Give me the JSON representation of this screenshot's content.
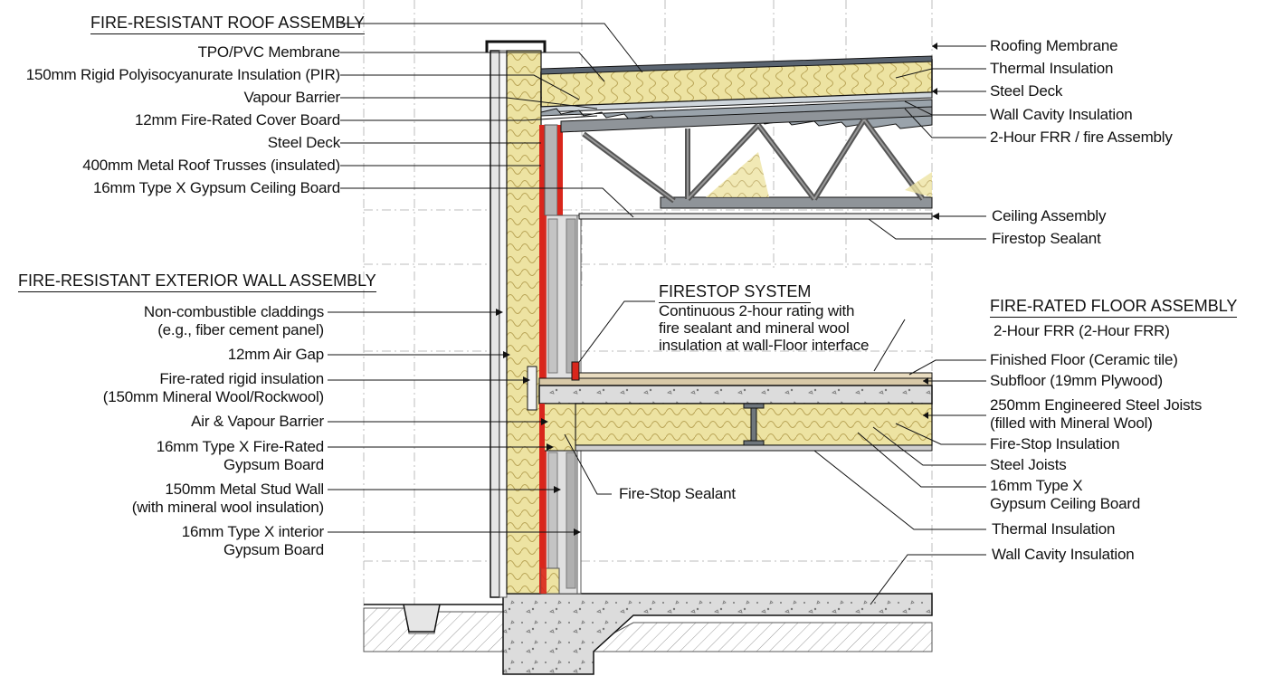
{
  "roof": {
    "heading": "FIRE-RESISTANT ROOF ASSEMBLY",
    "labels": [
      "TPO/PVC Membrane",
      "150mm Rigid Polyisocyanurate Insulation (PIR)",
      "Vapour Barrier",
      "12mm Fire-Rated Cover Board",
      "Steel Deck",
      "400mm Metal Roof Trusses (insulated)",
      "16mm Type X Gypsum Ceiling Board"
    ],
    "right_labels": [
      "Roofing Membrane",
      "Thermal Insulation",
      "Steel Deck",
      "Wall Cavity Insulation",
      "2-Hour FRR / fire Assembly",
      "Ceiling Assembly",
      "Firestop Sealant"
    ]
  },
  "wall": {
    "heading": "FIRE-RESISTANT EXTERIOR WALL ASSEMBLY",
    "labels": [
      [
        "Non-combustible claddings",
        "(e.g., fiber cement panel)"
      ],
      [
        "12mm Air Gap"
      ],
      [
        "Fire-rated rigid insulation",
        "(150mm Mineral Wool/Rockwool)"
      ],
      [
        "Air & Vapour Barrier"
      ],
      [
        "16mm Type X  Fire-Rated",
        "Gypsum Board"
      ],
      [
        "150mm Metal Stud Wall",
        "(with mineral wool insulation)"
      ],
      [
        "16mm Type X interior",
        "Gypsum Board"
      ]
    ]
  },
  "firestop": {
    "heading": "FIRESTOP SYSTEM",
    "description": [
      "Continuous 2-hour rating with",
      "fire sealant and mineral wool",
      "insulation at wall-Floor interface"
    ],
    "sealant_label": "Fire-Stop Sealant"
  },
  "floor": {
    "heading": "FIRE-RATED FLOOR ASSEMBLY",
    "rating": "2-Hour FRR (2-Hour FRR)",
    "labels": [
      [
        "Finished Floor (Ceramic tile)"
      ],
      [
        "Subfloor (19mm Plywood)"
      ],
      [
        "250mm Engineered Steel Joists",
        "(filled with Mineral Wool)"
      ],
      [
        "Fire-Stop Insulation"
      ],
      [
        "Steel Joists"
      ],
      [
        "16mm Type X",
        "Gypsum Ceiling Board"
      ],
      [
        "Thermal Insulation"
      ],
      [
        "Wall Cavity Insulation"
      ]
    ]
  },
  "colors": {
    "insulation": "#ede3a2",
    "insulation_line": "#b9a456",
    "concrete": "#dcdcdc",
    "steel": "#8f9499",
    "firestop": "#d9261c",
    "line": "#111111"
  }
}
